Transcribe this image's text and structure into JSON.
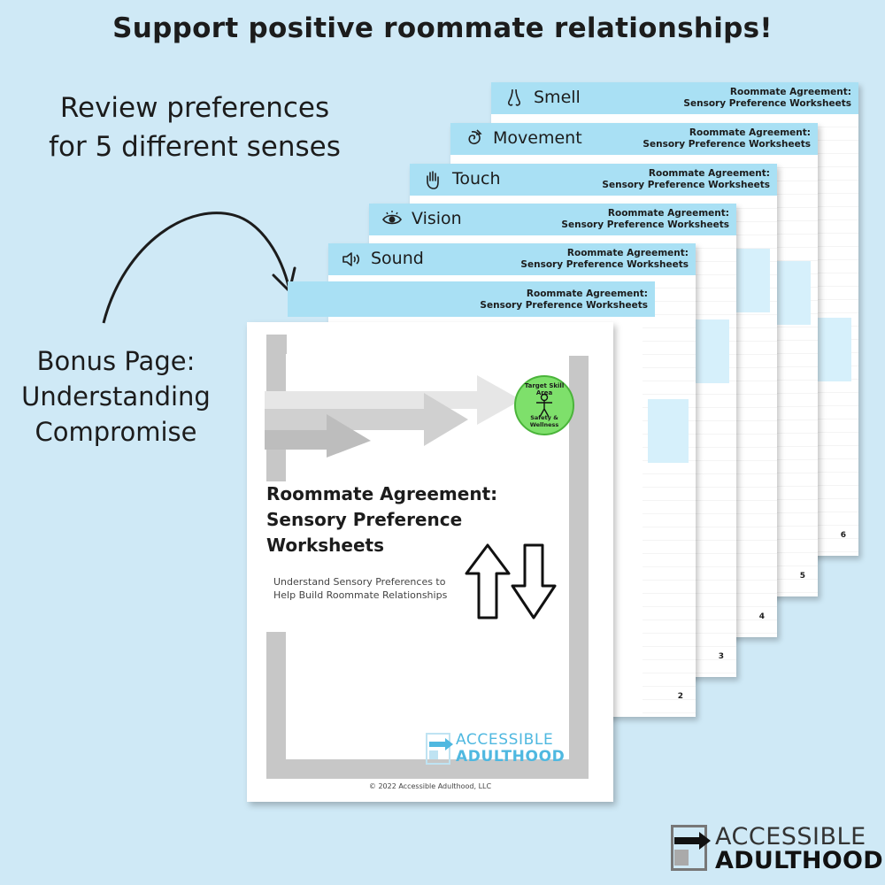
{
  "headline": "Support positive roommate relationships!",
  "left_notes": {
    "senses_line1": "Review preferences",
    "senses_line2": "for 5 different senses",
    "bonus_line1": "Bonus Page:",
    "bonus_line2": "Understanding",
    "bonus_line3": "Compromise"
  },
  "worksheet_header": {
    "line1": "Roommate Agreement:",
    "line2": "Sensory Preference Worksheets"
  },
  "pages": [
    {
      "sense": "Smell",
      "icon": "nose-icon",
      "number": "6"
    },
    {
      "sense": "Movement",
      "icon": "spiral-arrow-icon",
      "number": "5"
    },
    {
      "sense": "Touch",
      "icon": "hand-icon",
      "number": "4"
    },
    {
      "sense": "Vision",
      "icon": "eye-icon",
      "number": "3"
    },
    {
      "sense": "Sound",
      "icon": "speaker-icon",
      "number": "2"
    }
  ],
  "cover": {
    "title_line1": "Roommate Agreement:",
    "title_line2": "Sensory Preference",
    "title_line3": "Worksheets",
    "subtitle_line1": "Understand Sensory Preferences to",
    "subtitle_line2": "Help Build Roommate Relationships",
    "badge_top": "Target Skill Area",
    "badge_bottom": "Safety & Wellness",
    "logo_line1": "ACCESSIBLE",
    "logo_line2": "ADULTHOOD",
    "copyright": "© 2022 Accessible Adulthood, LLC"
  },
  "brand": {
    "line1": "ACCESSIBLE",
    "line2": "ADULTHOOD"
  },
  "colors": {
    "background": "#cfe9f6",
    "header_blue": "#a9e0f4",
    "badge_green": "#7ee06b",
    "logo_blue": "#4fb8e0"
  }
}
